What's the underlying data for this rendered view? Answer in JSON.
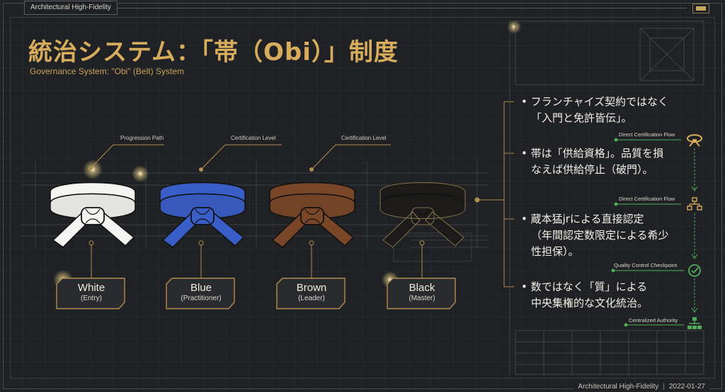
{
  "header": {
    "top_label": "Architectural High-Fidelity",
    "title": "統治システム：「帯（Obi）」制度",
    "subtitle": "Governance System: \"Obi\" (Belt) System"
  },
  "footer": {
    "brand": "Architectural High-Fidelity",
    "separator": "|",
    "date": "2022-01-27"
  },
  "captions": [
    "Progression Path",
    "Certification Level",
    "Certification Level"
  ],
  "belts": [
    {
      "name": "White",
      "role": "(Entry)",
      "color": "#f4f4f2"
    },
    {
      "name": "Blue",
      "role": "(Practitioner)",
      "color": "#3a5ec8"
    },
    {
      "name": "Brown",
      "role": "(Leader)",
      "color": "#7a4628"
    },
    {
      "name": "Black",
      "role": "(Master)",
      "color": "#1c1b1a"
    }
  ],
  "bullets": [
    {
      "line1": "フランチャイズ契約ではなく",
      "line2": "「入門と免許皆伝」。"
    },
    {
      "line1": "帯は「供給資格」。品質を損",
      "line2": "なえば供給停止（破門）。"
    },
    {
      "line1": "蔵本猛jrによる直接認定",
      "line2": "（年間認定数限定による希少",
      "line3": "性担保）。"
    },
    {
      "line1": "数ではなく「質」による",
      "line2": "中央集権的な文化統治。"
    }
  ],
  "flow_labels": [
    "Direct Certification Flow",
    "Direct Certification Flow",
    "Quality Control Checkpoint",
    "Centralized Authority"
  ],
  "colors": {
    "accent_gold": "#d7ac5d",
    "flow_green": "#4fae5a",
    "background": "#1f2124"
  },
  "icons": [
    "belt-icon",
    "hierarchy-icon",
    "check-circle-icon",
    "org-chart-icon"
  ]
}
